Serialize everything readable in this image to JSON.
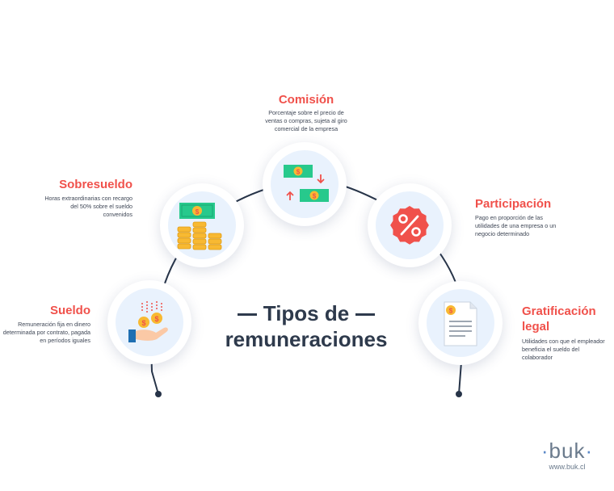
{
  "center_title": {
    "line1": "Tipos de",
    "line2": "remuneraciones"
  },
  "items": {
    "sueldo": {
      "title": "Sueldo",
      "desc": [
        "Remuneración fija en dinero",
        "determinada por contrato, pagada",
        "en períodos iguales"
      ],
      "icon": "hand-with-coins-icon"
    },
    "sobresueldo": {
      "title": "Sobresueldo",
      "desc": [
        "Horas extraordinarias con recargo",
        "del 50% sobre el sueldo",
        "convenidos"
      ],
      "icon": "money-and-coin-stacks-icon"
    },
    "comision": {
      "title": "Comisión",
      "desc": [
        "Porcentaje sobre el precio de",
        "ventas o compras, sujeta al giro",
        "comercial de la empresa"
      ],
      "icon": "money-exchange-icon"
    },
    "participacion": {
      "title": "Participación",
      "desc": [
        "Pago en proporción de las",
        "utilidades de una empresa o un",
        "negocio determinado"
      ],
      "icon": "percent-badge-icon"
    },
    "gratificacion": {
      "title_line1": "Gratificación",
      "title_line2": "legal",
      "desc": [
        "Utilidades con que el empleador",
        "beneficia el sueldo del colaborador"
      ],
      "icon": "document-with-coin-icon"
    }
  },
  "logo": {
    "word": "buk",
    "url": "www.buk.cl"
  },
  "colors": {
    "title_accent": "#f0514b",
    "heading": "#2e3a4c",
    "circle_fill": "#e9f2fd",
    "money_green": "#27c98c",
    "coin_gold": "#f8b932",
    "logo": "#6a7a8c"
  }
}
